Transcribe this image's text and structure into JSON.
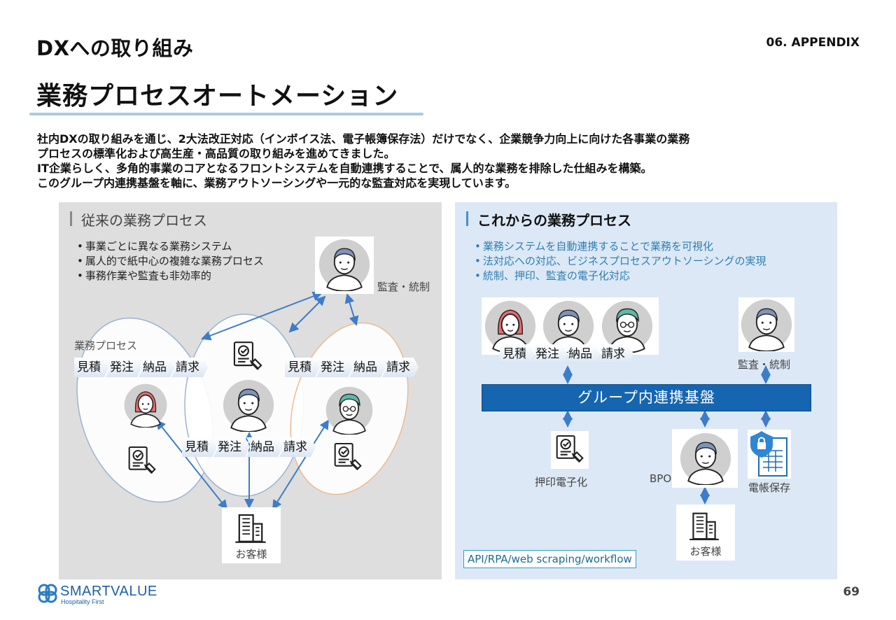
{
  "header": {
    "section_title": "DXへの取り組み",
    "appendix_label": "06. APPENDIX",
    "page_title": "業務プロセスオートメーション"
  },
  "intro": [
    "社内DXの取り組みを通じ、2大法改正対応（インボイス法、電子帳簿保存法）だけでなく、企業競争力向上に向けた各事業の業務",
    "プロセスの標準化および高生産・高品質の取り組みを進めてきました。",
    "IT企業らしく、多角的事業のコアとなるフロントシステムを自動連携することで、属人的な業務を排除した仕組みを構築。",
    "このグループ内連携基盤を軸に、業務アウトソーシングや一元的な監査対応を実現しています。"
  ],
  "old_process": {
    "heading": "従来の業務プロセス",
    "bullets": [
      "事業ごとに異なる業務システム",
      "属人的で紙中心の複雑な業務プロセス",
      "事務作業や監査も非効率的"
    ],
    "audit_label": "監査・統制",
    "process_label": "業務プロセス",
    "steps": [
      "見積",
      "発注",
      "納品",
      "請求"
    ],
    "customer_label": "お客様"
  },
  "new_process": {
    "heading": "これからの業務プロセス",
    "bullets": [
      "業務システムを自動連携することで業務を可視化",
      "法対応への対応、ビジネスプロセスアウトソーシングの実現",
      "統制、押印、監査の電子化対応"
    ],
    "steps": [
      "見積",
      "発注",
      "納品",
      "請求"
    ],
    "audit_label": "監査・統制",
    "platform_label": "グループ内連携基盤",
    "seal_label": "押印電子化",
    "bpo_label": "BPO",
    "ledger_label": "電帳保存",
    "customer_label": "お客様",
    "tools_label": "API/RPA/web scraping/workflow"
  },
  "footer": {
    "logo_text": "SMARTVALUE",
    "logo_tagline": "Hospitality First",
    "page_number": "69"
  },
  "colors": {
    "accent_blue": "#1565b0",
    "arrow_blue": "#3d7cc9",
    "new_panel_bg": "#dce8f5",
    "old_panel_bg": "#dedede",
    "title_rule": "#a9cbe2"
  }
}
